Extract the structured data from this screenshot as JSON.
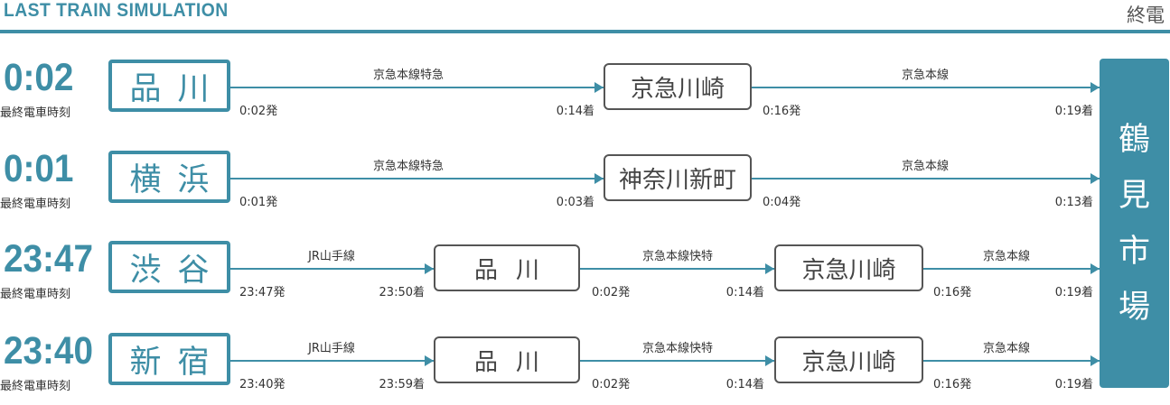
{
  "header": {
    "title": "LAST TRAIN SIMULATION",
    "subtitle": "終電"
  },
  "destination": {
    "chars": [
      "鶴",
      "見",
      "市",
      "場"
    ]
  },
  "rows": [
    {
      "last_train_time": "0:02",
      "label": "最終電車時刻",
      "origin": "品川",
      "stations": [
        "京急川崎"
      ],
      "segments": [
        {
          "line": "京急本線特急",
          "depart": "0:02発",
          "arrive": "0:14着"
        },
        {
          "line": "京急本線",
          "depart": "0:16発",
          "arrive": "0:19着"
        }
      ]
    },
    {
      "last_train_time": "0:01",
      "label": "最終電車時刻",
      "origin": "横浜",
      "stations": [
        "神奈川新町"
      ],
      "segments": [
        {
          "line": "京急本線特急",
          "depart": "0:01発",
          "arrive": "0:03着"
        },
        {
          "line": "京急本線",
          "depart": "0:04発",
          "arrive": "0:13着"
        }
      ]
    },
    {
      "last_train_time": "23:47",
      "label": "最終電車時刻",
      "origin": "渋谷",
      "stations": [
        "品川",
        "京急川崎"
      ],
      "segments": [
        {
          "line": "JR山手線",
          "depart": "23:47発",
          "arrive": "23:50着"
        },
        {
          "line": "京急本線快特",
          "depart": "0:02発",
          "arrive": "0:14着"
        },
        {
          "line": "京急本線",
          "depart": "0:16発",
          "arrive": "0:19着"
        }
      ]
    },
    {
      "last_train_time": "23:40",
      "label": "最終電車時刻",
      "origin": "新宿",
      "stations": [
        "品川",
        "京急川崎"
      ],
      "segments": [
        {
          "line": "JR山手線",
          "depart": "23:40発",
          "arrive": "23:59着"
        },
        {
          "line": "京急本線快特",
          "depart": "0:02発",
          "arrive": "0:14着"
        },
        {
          "line": "京急本線",
          "depart": "0:16発",
          "arrive": "0:19着"
        }
      ]
    }
  ]
}
